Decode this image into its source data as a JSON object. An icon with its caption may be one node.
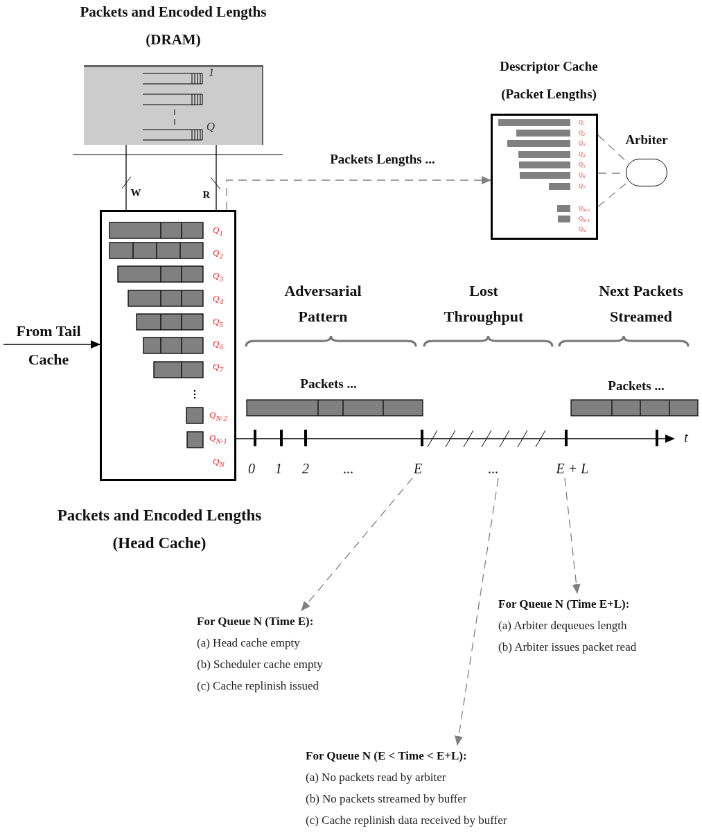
{
  "diagram": {
    "nodes": [
      {
        "text": [
          "Packets and Encoded Lengths (DRAM)"
        ]
      },
      {
        "text": [
          "Packets and Encoded Lengths (Head Cache)"
        ]
      },
      {
        "text": [
          "Descriptor Cache (Packet Lengths)"
        ]
      },
      {
        "text": [
          "Arbiter"
        ]
      },
      {
        "text": [
          "From Tail Cache"
        ]
      },
      {
        "text": [
          "E"
        ]
      },
      {
        "text": [
          "..."
        ]
      },
      {
        "text": [
          "E + L"
        ]
      },
      {
        "text": [
          "For Queue N (Time E):",
          "(a) Head cache empty",
          "(b) Scheduler cache empty",
          "(c) Cache replinish issued"
        ]
      },
      {
        "text": [
          "For Queue N (Time E+L):",
          "(a) Arbiter dequeues length",
          "(b) Arbiter issues packet read"
        ]
      },
      {
        "text": [
          "For Queue N (E < Time < E+L):",
          "(a) No packets read by arbiter",
          "(b) No packets streamed by buffer",
          "(c) Cache replinish data received by buffer"
        ]
      }
    ],
    "edges": [
      {
        "from": 0,
        "to": 1,
        "arrow": "none",
        "label": "W",
        "color": "#000000"
      },
      {
        "from": 0,
        "to": 1,
        "arrow": "none",
        "label": "R",
        "color": "#000000"
      },
      {
        "from": 1,
        "to": 2,
        "arrow": "to",
        "label": "Packets Lengths ...",
        "style": "dashed",
        "color": "#808080"
      },
      {
        "from": 2,
        "to": 3,
        "arrow": "none",
        "style": "dashed",
        "color": "#808080"
      },
      {
        "from": 2,
        "to": 3,
        "arrow": "none",
        "style": "dashed",
        "color": "#808080"
      },
      {
        "from": 2,
        "to": 3,
        "arrow": "none",
        "style": "dashed",
        "color": "#808080"
      },
      {
        "from": 4,
        "to": 1,
        "arrow": "to",
        "color": "#000000"
      },
      {
        "from": 5,
        "to": 8,
        "arrow": "to",
        "style": "dashed",
        "color": "#808080"
      },
      {
        "from": 6,
        "to": 10,
        "arrow": "to",
        "style": "dashed",
        "color": "#808080"
      },
      {
        "from": 7,
        "to": 9,
        "arrow": "to",
        "style": "dashed",
        "color": "#808080"
      }
    ],
    "labels": [
      "1",
      "Q",
      "Q$_{1}$",
      "Q$_{2}$",
      "Q$_{3}$",
      "Q$_{4}$",
      "Q$_{5}$",
      "Q$_{6}$",
      "Q$_{7}$",
      "Q$_{N-2}$",
      "Q$_{N-1}$",
      "Q$_{N}$",
      "Q$_{1}$",
      "Q$_{2}$",
      "Q$_{3}$",
      "Q$_{4}$",
      "Q$_{5}$",
      "Q$_{6}$",
      "Q$_{7}$",
      "Q$_{N-2}$",
      "Q$_{N-1}$",
      "Q$_{N}$",
      "Adversarial Pattern",
      "Lost Throughput",
      "Next Packets Streamed",
      "Packets ...",
      "Packets ...",
      "0",
      "1",
      "2",
      "...",
      "t"
    ]
  }
}
